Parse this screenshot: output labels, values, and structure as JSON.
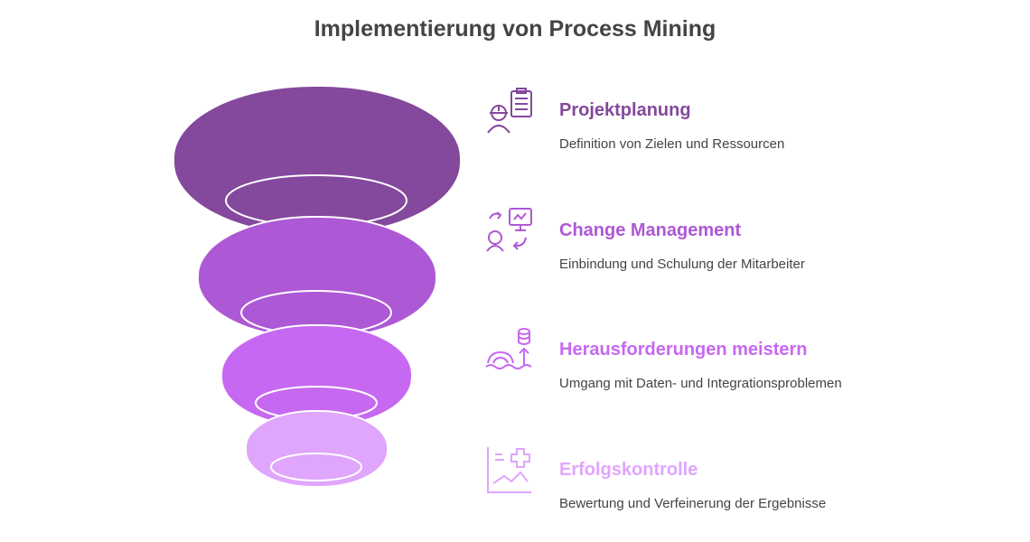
{
  "title": "Implementierung von Process Mining",
  "steps": [
    {
      "title": "Projektplanung",
      "description": "Definition von Zielen und Ressourcen",
      "icon": "engineer-clipboard-icon",
      "color": "#84489C"
    },
    {
      "title": "Change Management",
      "description": "Einbindung und Schulung der Mitarbeiter",
      "icon": "person-presentation-arrows-icon",
      "color": "#AD58D5"
    },
    {
      "title": "Herausforderungen meistern",
      "description": "Umgang mit Daten- und Integrationsproblemen",
      "icon": "gear-database-upload-icon",
      "color": "#C768F2"
    },
    {
      "title": "Erfolgskontrolle",
      "description": "Bewertung und Verfeinerung der Ergebnisse",
      "icon": "chart-plus-icon",
      "color": "#E0A5FD"
    }
  ]
}
